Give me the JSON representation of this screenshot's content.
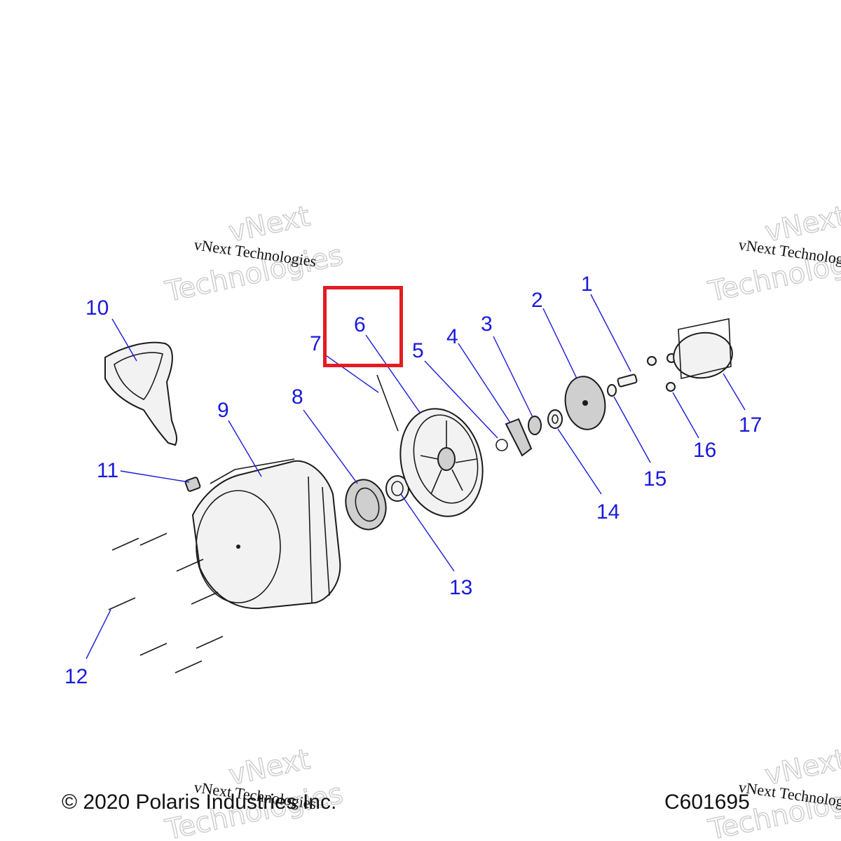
{
  "diagram": {
    "callouts": [
      {
        "id": "1",
        "label": "1"
      },
      {
        "id": "2",
        "label": "2"
      },
      {
        "id": "3",
        "label": "3"
      },
      {
        "id": "4",
        "label": "4"
      },
      {
        "id": "5",
        "label": "5"
      },
      {
        "id": "6",
        "label": "6"
      },
      {
        "id": "7",
        "label": "7"
      },
      {
        "id": "8",
        "label": "8"
      },
      {
        "id": "9",
        "label": "9"
      },
      {
        "id": "10",
        "label": "10"
      },
      {
        "id": "11",
        "label": "11"
      },
      {
        "id": "12",
        "label": "12"
      },
      {
        "id": "13",
        "label": "13"
      },
      {
        "id": "14",
        "label": "14"
      },
      {
        "id": "15",
        "label": "15"
      },
      {
        "id": "16",
        "label": "16"
      },
      {
        "id": "17",
        "label": "17"
      }
    ],
    "highlighted_callout": "6",
    "highlight_color": "#e41b23",
    "callout_color": "#1a1adb"
  },
  "watermark": {
    "line_small": "vNext Technologies",
    "line_big_1": "vNext",
    "line_big_2": "Technologies"
  },
  "footer": {
    "copyright": "© 2020 Polaris Industries Inc.",
    "drawing_id": "C601695"
  }
}
